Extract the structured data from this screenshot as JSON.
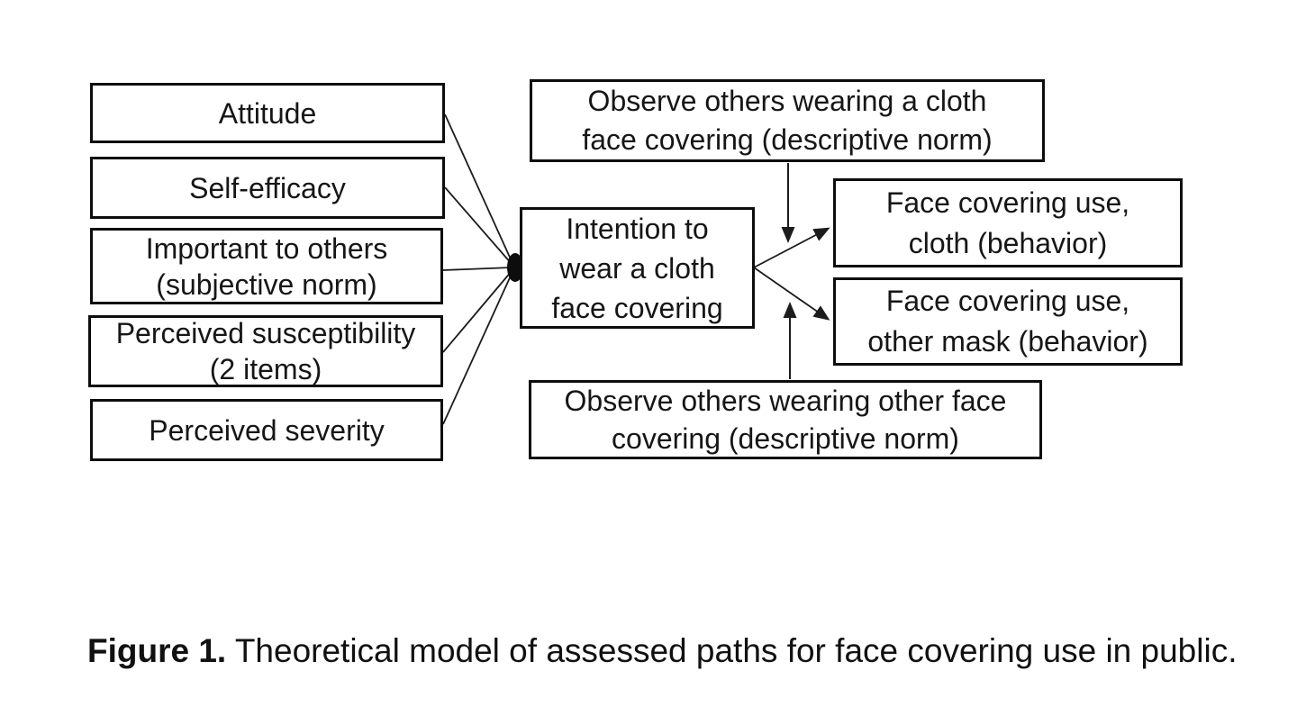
{
  "figure": {
    "caption": {
      "label": "Figure 1.",
      "text": " Theoretical model of assessed paths for face covering use in public."
    }
  },
  "nodes": {
    "attitude": {
      "lines": [
        "Attitude"
      ]
    },
    "self_efficacy": {
      "lines": [
        "Self-efficacy"
      ]
    },
    "important": {
      "lines": [
        "Important to others",
        "(subjective norm)"
      ]
    },
    "susceptibility": {
      "lines": [
        "Perceived susceptibility",
        "(2 items)"
      ]
    },
    "severity": {
      "lines": [
        "Perceived severity"
      ]
    },
    "intention": {
      "lines": [
        "Intention to",
        "wear a cloth",
        "face covering"
      ]
    },
    "observe_cloth": {
      "lines": [
        "Observe others wearing a cloth",
        "face covering (descriptive norm)"
      ]
    },
    "use_cloth": {
      "lines": [
        "Face covering use,",
        "cloth (behavior)"
      ]
    },
    "use_other": {
      "lines": [
        "Face covering use,",
        "other mask (behavior)"
      ]
    },
    "observe_other": {
      "lines": [
        "Observe others wearing other face",
        "covering (descriptive norm)"
      ]
    }
  },
  "edges": [
    {
      "from": "attitude",
      "to": "intention"
    },
    {
      "from": "self_efficacy",
      "to": "intention"
    },
    {
      "from": "important",
      "to": "intention"
    },
    {
      "from": "susceptibility",
      "to": "intention"
    },
    {
      "from": "severity",
      "to": "intention"
    },
    {
      "from": "intention",
      "to": "use_cloth"
    },
    {
      "from": "intention",
      "to": "use_other"
    },
    {
      "from": "observe_cloth",
      "to": "path_intention_to_use_cloth"
    },
    {
      "from": "observe_other",
      "to": "path_intention_to_use_other"
    }
  ],
  "colors": {
    "ink": "#1c1c1c",
    "box_border": "#0d0d0d",
    "background": "#ffffff"
  }
}
